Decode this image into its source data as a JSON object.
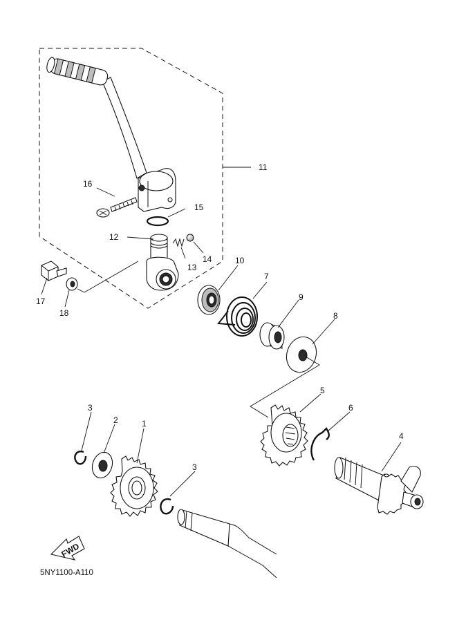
{
  "diagram_code": "5NY1100-A110",
  "fwd_label": "FWD",
  "callouts": {
    "p1": "1",
    "p2": "2",
    "p3a": "3",
    "p3b": "3",
    "p4": "4",
    "p5": "5",
    "p6": "6",
    "p7": "7",
    "p8": "8",
    "p9": "9",
    "p10": "10",
    "p11": "11",
    "p12": "12",
    "p13": "13",
    "p14": "14",
    "p15": "15",
    "p16": "16",
    "p17": "17",
    "p18": "18"
  }
}
